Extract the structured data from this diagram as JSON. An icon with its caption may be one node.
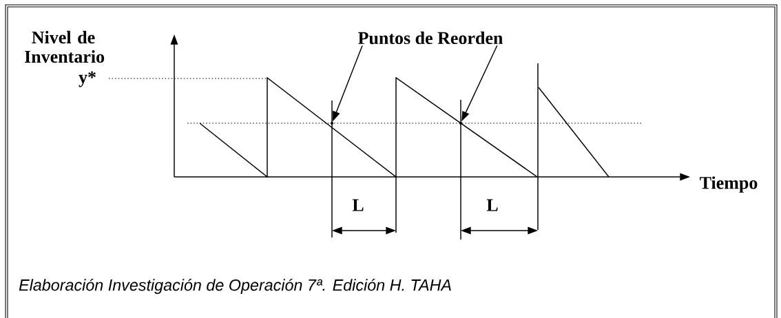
{
  "diagram": {
    "caption": "Elaboración Investigación de Operación 7ª. Edición H. TAHA",
    "nodes": [
      {
        "text": [
          "Puntos de Reorden"
        ]
      },
      {
        "text": [],
        "shape": "circle"
      },
      {
        "text": [],
        "shape": "circle"
      }
    ],
    "edges": [
      {
        "from": 0,
        "to": 1,
        "arrow": "to"
      },
      {
        "from": 0,
        "to": 2,
        "arrow": "to"
      }
    ],
    "labels": [
      "Nivel de Inventario",
      "y*",
      "Tiempo",
      "L",
      "L"
    ]
  }
}
